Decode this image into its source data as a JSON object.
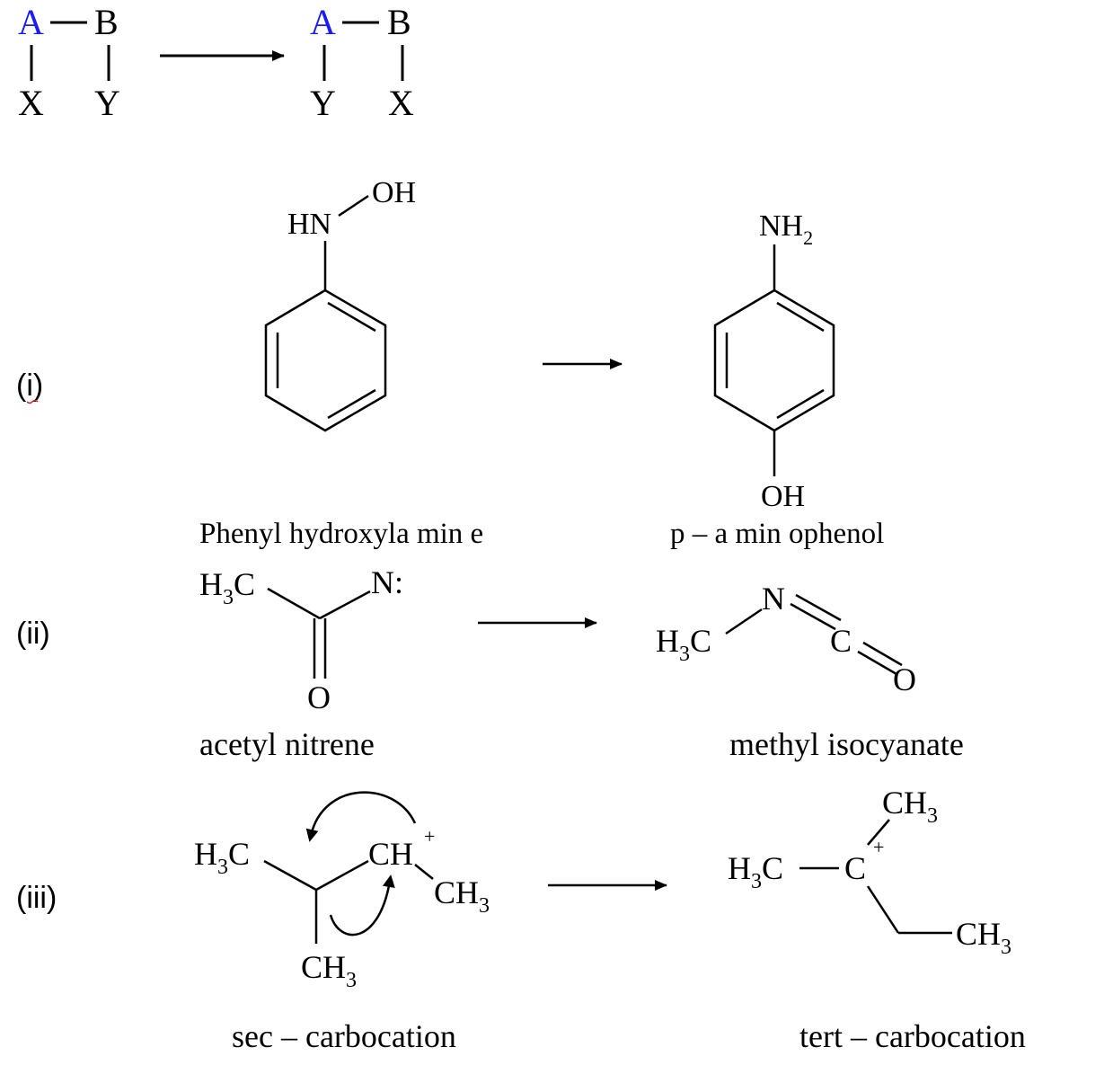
{
  "colors": {
    "ink": "#000000",
    "highlight": "#1a1aff"
  },
  "scheme": {
    "left": {
      "a": "A",
      "b": "B",
      "x": "X",
      "y": "Y"
    },
    "right": {
      "a": "A",
      "b": "B",
      "y": "Y",
      "x": "X"
    }
  },
  "reaction_i": {
    "numeral": "(i)",
    "reactant": {
      "hn": "HN",
      "oh": "OH",
      "name": "Phenyl hydroxyla min e"
    },
    "product": {
      "nh": "NH",
      "sub": "2",
      "oh": "OH",
      "name": "p – a min ophenol"
    }
  },
  "reaction_ii": {
    "numeral": "(ii)",
    "reactant": {
      "h": "H",
      "sub": "3",
      "c": "C",
      "n": "N:",
      "o": "O",
      "name": "acetyl nitrene"
    },
    "product": {
      "h": "H",
      "sub": "3",
      "c": "C",
      "n": "N",
      "c2": "C",
      "o": "O",
      "name": "methyl isocyanate"
    }
  },
  "reaction_iii": {
    "numeral": "(iii)",
    "reactant": {
      "h": "H",
      "sub": "3",
      "c": "C",
      "ch": "CH",
      "plus": "+",
      "ch3_right": "CH",
      "ch3_bottom": "CH",
      "name": "sec – carbocation"
    },
    "product": {
      "h": "H",
      "sub": "3",
      "c": "C",
      "cplus": "C",
      "plus": "+",
      "ch3_top": "CH",
      "ch3_right": "CH",
      "name": "tert – carbocation"
    }
  }
}
